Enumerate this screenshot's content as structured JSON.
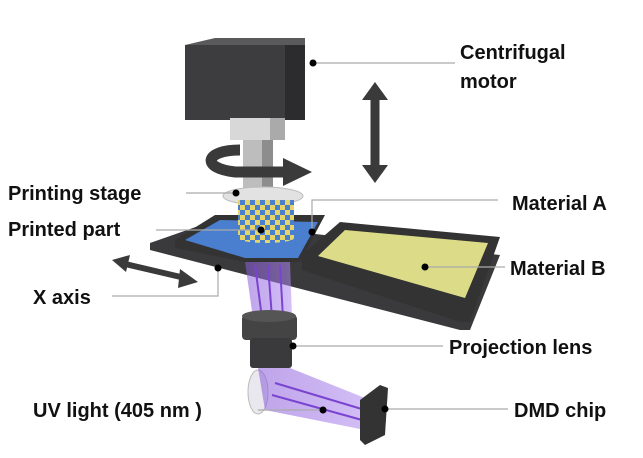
{
  "labels": {
    "centrifugal_motor_line1": "Centrifugal",
    "centrifugal_motor_line2": "motor",
    "printing_stage": "Printing stage",
    "printed_part": "Printed part",
    "material_a": "Material A",
    "material_b": "Material B",
    "x_axis": "X axis",
    "projection_lens": "Projection lens",
    "uv_light": "UV light (405 nm )",
    "dmd_chip": "DMD chip"
  },
  "colors": {
    "material_a": "#4a7fd0",
    "material_b": "#dcdc88",
    "uv_beam": "#9a6ee0",
    "hardware": "#3b3b3d"
  }
}
